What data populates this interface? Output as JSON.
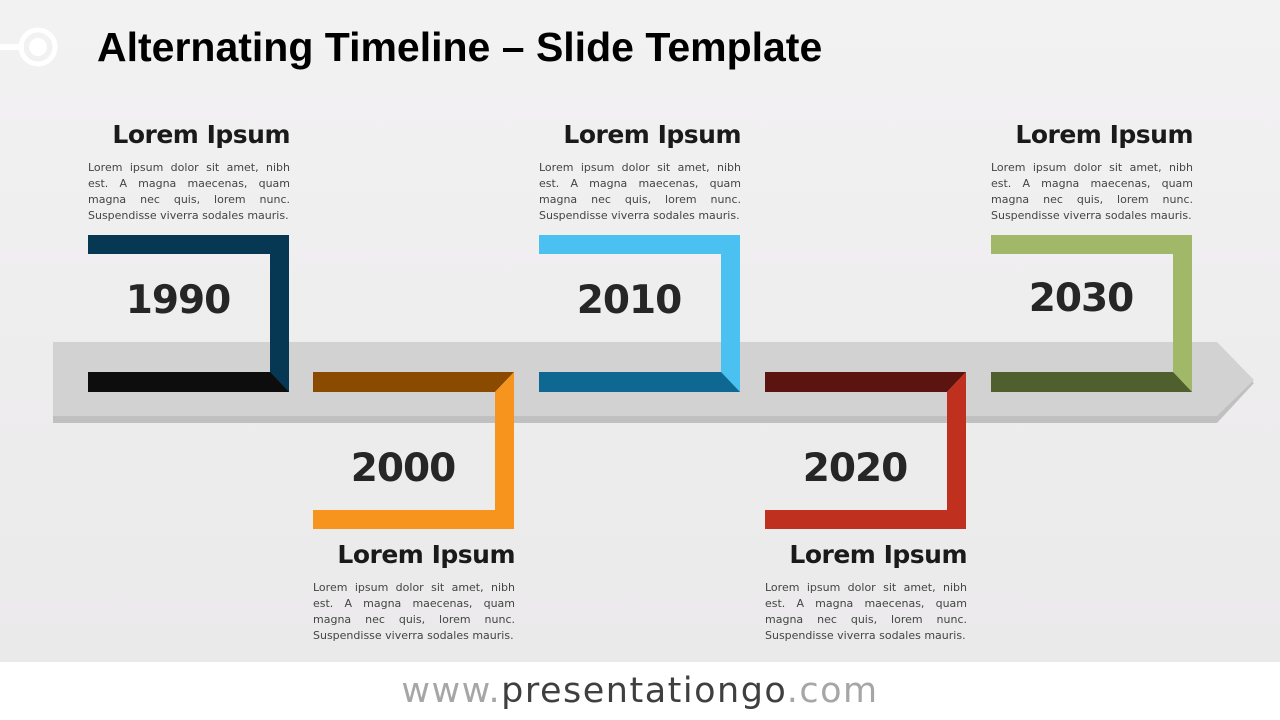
{
  "title": "Alternating Timeline – Slide Template",
  "logo_icon": "presentationgo-logo-icon",
  "milestones": [
    {
      "year": "1990",
      "heading": "Lorem Ipsum",
      "body": "Lorem ipsum dolor sit amet, nibh est. A magna maecenas, quam magna nec quis, lorem nunc. Suspendisse viverra sodales mauris.",
      "position": "top",
      "color": "#063853",
      "base_color": "#0d0d0d",
      "fold_color": "#123d55"
    },
    {
      "year": "2000",
      "heading": "Lorem Ipsum",
      "body": "Lorem ipsum dolor sit amet, nibh est. A magna maecenas, quam magna nec quis, lorem nunc. Suspendisse viverra sodales mauris.",
      "position": "bottom",
      "color": "#f7941d",
      "base_color": "#8a4b00",
      "fold_color": "#e08518"
    },
    {
      "year": "2010",
      "heading": "Lorem Ipsum",
      "body": "Lorem ipsum dolor sit amet, nibh est. A magna maecenas, quam magna nec quis, lorem nunc. Suspendisse viverra sodales mauris.",
      "position": "top",
      "color": "#4ac1f0",
      "base_color": "#0e6892",
      "fold_color": "#3fb3e3"
    },
    {
      "year": "2020",
      "heading": "Lorem Ipsum",
      "body": "Lorem ipsum dolor sit amet, nibh est. A magna maecenas, quam magna nec quis, lorem nunc. Suspendisse viverra sodales mauris.",
      "position": "bottom",
      "color": "#c0301e",
      "base_color": "#5c1410",
      "fold_color": "#b12b1a"
    },
    {
      "year": "2030",
      "heading": "Lorem Ipsum",
      "body": "Lorem ipsum dolor sit amet, nibh est. A magna maecenas, quam magna nec quis, lorem nunc. Suspendisse viverra sodales mauris.",
      "position": "top",
      "color": "#a0b868",
      "base_color": "#4f5f2e",
      "fold_color": "#94ab5d"
    }
  ],
  "arrow_color": "#d2d2d2",
  "arrow_shadow_color": "#c0c0c0",
  "footer": {
    "prefix": "www.",
    "brand": "presentationgo",
    "suffix": ".com"
  }
}
